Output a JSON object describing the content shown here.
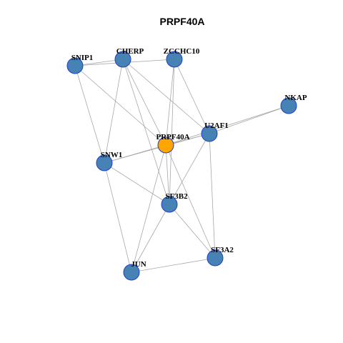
{
  "title": "PRPF40A",
  "colors": {
    "node_fill": "#4682b4",
    "node_stroke": "#1f3fcf",
    "center_fill": "#ffa500",
    "edge": "#a8a8a8"
  },
  "nodes": [
    {
      "id": "PRPF40A",
      "label": "PRPF40A",
      "center": true
    },
    {
      "id": "SNIP1",
      "label": "SNIP1"
    },
    {
      "id": "CHERP",
      "label": "CHERP"
    },
    {
      "id": "ZCCHC10",
      "label": "ZCCHC10"
    },
    {
      "id": "NKAP",
      "label": "NKAP"
    },
    {
      "id": "U2AF1",
      "label": "U2AF1"
    },
    {
      "id": "SNW1",
      "label": "SNW1"
    },
    {
      "id": "SF3B2",
      "label": "SF3B2"
    },
    {
      "id": "SF3A2",
      "label": "SF3A2"
    },
    {
      "id": "JUN",
      "label": "JUN"
    }
  ],
  "edges": [
    [
      "SNIP1",
      "CHERP"
    ],
    [
      "SNIP1",
      "ZCCHC10"
    ],
    [
      "SNIP1",
      "PRPF40A"
    ],
    [
      "SNIP1",
      "SNW1"
    ],
    [
      "CHERP",
      "PRPF40A"
    ],
    [
      "CHERP",
      "U2AF1"
    ],
    [
      "CHERP",
      "SNW1"
    ],
    [
      "CHERP",
      "SF3B2"
    ],
    [
      "ZCCHC10",
      "PRPF40A"
    ],
    [
      "ZCCHC10",
      "U2AF1"
    ],
    [
      "ZCCHC10",
      "SF3B2"
    ],
    [
      "NKAP",
      "PRPF40A"
    ],
    [
      "NKAP",
      "U2AF1"
    ],
    [
      "U2AF1",
      "PRPF40A"
    ],
    [
      "U2AF1",
      "SNW1"
    ],
    [
      "U2AF1",
      "SF3B2"
    ],
    [
      "U2AF1",
      "SF3A2"
    ],
    [
      "PRPF40A",
      "SNW1"
    ],
    [
      "PRPF40A",
      "SF3B2"
    ],
    [
      "PRPF40A",
      "SF3A2"
    ],
    [
      "PRPF40A",
      "JUN"
    ],
    [
      "SNW1",
      "SF3B2"
    ],
    [
      "SNW1",
      "JUN"
    ],
    [
      "SF3B2",
      "JUN"
    ],
    [
      "SF3B2",
      "SF3A2"
    ],
    [
      "SF3A2",
      "JUN"
    ]
  ]
}
